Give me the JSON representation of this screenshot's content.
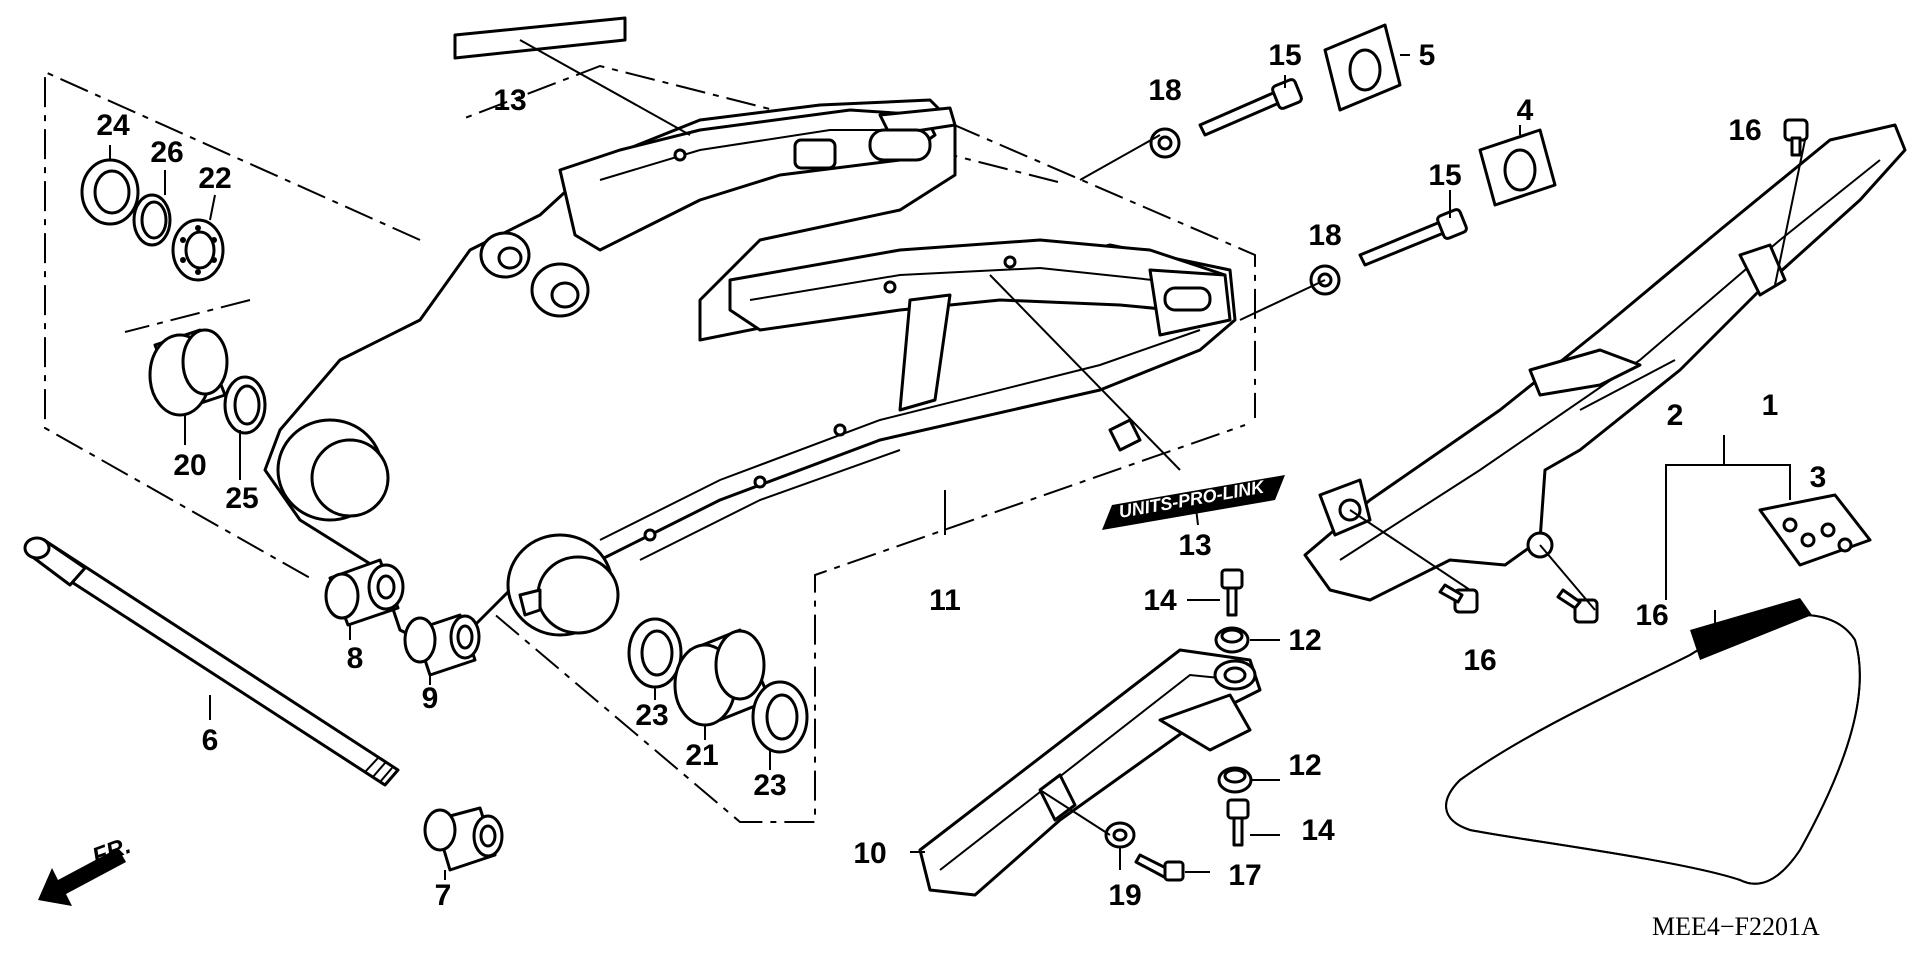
{
  "diagram": {
    "code": "MEE4−F2201A",
    "front_label": "FR.",
    "sticker_text": "UNITS-PRO-LINK",
    "labels": [
      {
        "id": "1",
        "text": "1"
      },
      {
        "id": "2",
        "text": "2"
      },
      {
        "id": "3",
        "text": "3"
      },
      {
        "id": "4",
        "text": "4"
      },
      {
        "id": "5",
        "text": "5"
      },
      {
        "id": "6",
        "text": "6"
      },
      {
        "id": "7",
        "text": "7"
      },
      {
        "id": "8",
        "text": "8"
      },
      {
        "id": "9",
        "text": "9"
      },
      {
        "id": "10",
        "text": "10"
      },
      {
        "id": "11",
        "text": "11"
      },
      {
        "id": "12a",
        "text": "12"
      },
      {
        "id": "12b",
        "text": "12"
      },
      {
        "id": "13a",
        "text": "13"
      },
      {
        "id": "13b",
        "text": "13"
      },
      {
        "id": "14a",
        "text": "14"
      },
      {
        "id": "14b",
        "text": "14"
      },
      {
        "id": "15a",
        "text": "15"
      },
      {
        "id": "15b",
        "text": "15"
      },
      {
        "id": "16a",
        "text": "16"
      },
      {
        "id": "16b",
        "text": "16"
      },
      {
        "id": "16c",
        "text": "16"
      },
      {
        "id": "17",
        "text": "17"
      },
      {
        "id": "18a",
        "text": "18"
      },
      {
        "id": "18b",
        "text": "18"
      },
      {
        "id": "19",
        "text": "19"
      },
      {
        "id": "20",
        "text": "20"
      },
      {
        "id": "21",
        "text": "21"
      },
      {
        "id": "22",
        "text": "22"
      },
      {
        "id": "23a",
        "text": "23"
      },
      {
        "id": "23b",
        "text": "23"
      },
      {
        "id": "24",
        "text": "24"
      },
      {
        "id": "25",
        "text": "25"
      },
      {
        "id": "26",
        "text": "26"
      }
    ]
  }
}
